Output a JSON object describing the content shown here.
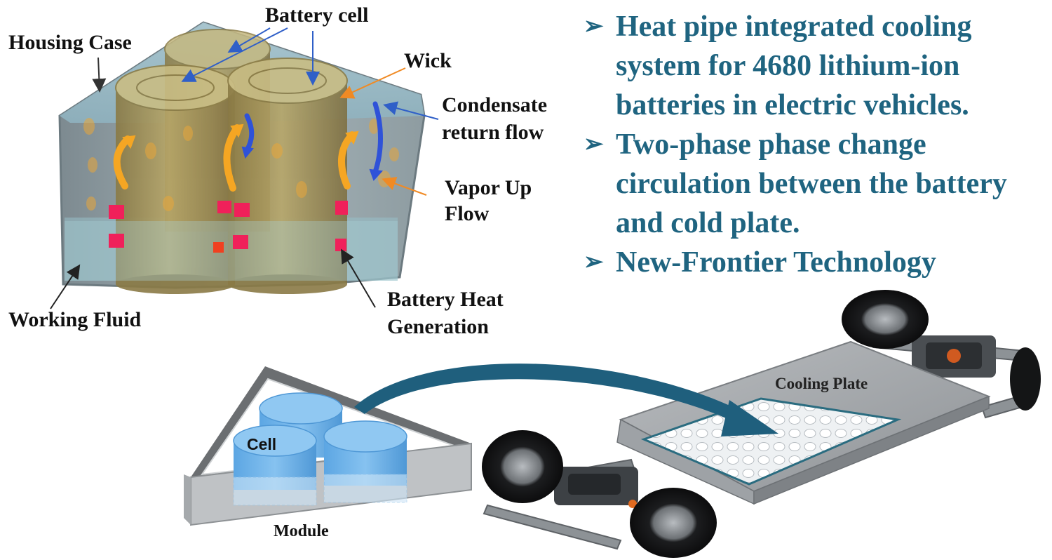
{
  "top_diagram": {
    "labels": {
      "housing_case": "Housing Case",
      "battery_cell": "Battery cell",
      "wick": "Wick",
      "condensate_line1": "Condensate",
      "condensate_line2": "return flow",
      "vapor_line1": "Vapor Up",
      "vapor_line2": "Flow",
      "working_fluid": "Working Fluid",
      "heat_line1": "Battery Heat",
      "heat_line2": "Generation"
    }
  },
  "bullets": [
    {
      "text": "Heat pipe integrated cooling system for 4680 lithium-ion batteries in electric vehicles."
    },
    {
      "text": "Two-phase phase change circulation between the battery and cold plate."
    },
    {
      "text": "New-Frontier Technology"
    }
  ],
  "bullet_marker": "➢",
  "bottom_diagram": {
    "cell_label": "Cell",
    "module_label": "Module",
    "cooling_plate_label": "Cooling Plate"
  },
  "colors": {
    "bullet_text": "#1f6480",
    "vapor_arrow": "#f5a623",
    "condensate_arrow": "#2f52d8",
    "heat_marker": "#f0205a",
    "cell_blue": "#6fb3e8",
    "leader_blue": "#2f5fc8",
    "leader_orange": "#f08a24"
  }
}
